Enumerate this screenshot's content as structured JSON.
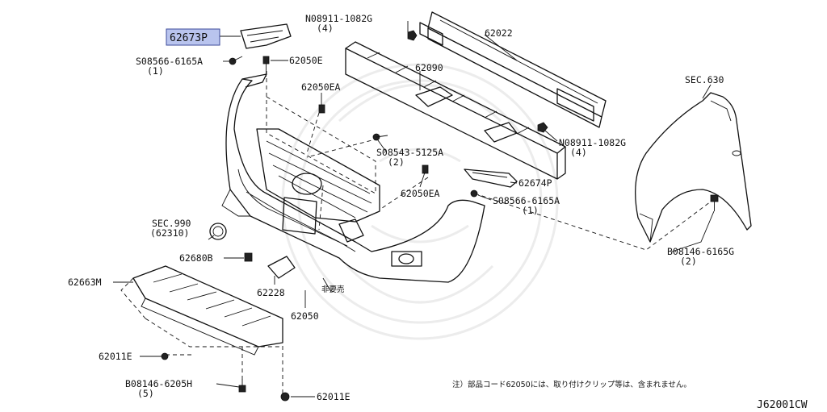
{
  "diagram": {
    "code": "J62001CW",
    "highlighted_part": "62673P",
    "note": "注）部品コード62050には、取り付けクリップ等は、含まれません。",
    "callouts": [
      {
        "id": "c_62673P",
        "label": "62673P"
      },
      {
        "id": "c_08566_top",
        "label": "S08566-6165A",
        "qty": "(1)"
      },
      {
        "id": "c_62050E",
        "label": "62050E"
      },
      {
        "id": "c_08911_top",
        "label": "N08911-1082G",
        "qty": "(4)"
      },
      {
        "id": "c_62022",
        "label": "62022"
      },
      {
        "id": "c_62090",
        "label": "62090"
      },
      {
        "id": "c_62050EA_top",
        "label": "62050EA"
      },
      {
        "id": "c_08911_mid",
        "label": "N08911-1082G",
        "qty": "(4)"
      },
      {
        "id": "c_08543",
        "label": "S08543-5125A",
        "qty": "(2)"
      },
      {
        "id": "c_sec630",
        "label": "SEC.630"
      },
      {
        "id": "c_62674P",
        "label": "62674P"
      },
      {
        "id": "c_62050EA_mid",
        "label": "62050EA"
      },
      {
        "id": "c_08566_mid",
        "label": "S08566-6165A",
        "qty": "(1)"
      },
      {
        "id": "c_sec990",
        "label": "SEC.990",
        "sub": "(62310)"
      },
      {
        "id": "c_62680B",
        "label": "62680B"
      },
      {
        "id": "c_62663M",
        "label": "62663M"
      },
      {
        "id": "c_62228",
        "label": "62228"
      },
      {
        "id": "c_hikoushin",
        "label": "非要売"
      },
      {
        "id": "c_62050",
        "label": "62050"
      },
      {
        "id": "c_08146_right",
        "label": "B08146-6165G",
        "qty": "(2)"
      },
      {
        "id": "c_62011E_a",
        "label": "62011E"
      },
      {
        "id": "c_08146_bot",
        "label": "B08146-6205H",
        "qty": "(5)"
      },
      {
        "id": "c_62011E_b",
        "label": "62011E"
      }
    ]
  }
}
